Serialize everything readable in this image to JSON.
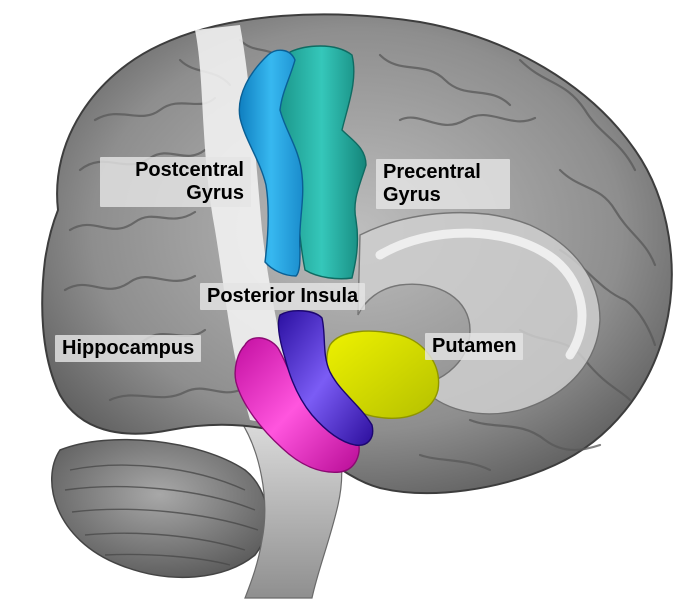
{
  "figure": {
    "labels": {
      "postcentral_line1": "Postcentral",
      "postcentral_line2": "Gyrus",
      "precentral_line1": "Precentral",
      "precentral_line2": "Gyrus",
      "posterior_insula": "Posterior Insula",
      "hippocampus": "Hippocampus",
      "putamen": "Putamen"
    },
    "region_colors": {
      "postcentral_gyrus": "#1fa3e0",
      "precentral_gyrus": "#23b2a6",
      "posterior_insula": "#4520d6",
      "hippocampus": "#f01ec8",
      "putamen": "#d4e000"
    }
  }
}
